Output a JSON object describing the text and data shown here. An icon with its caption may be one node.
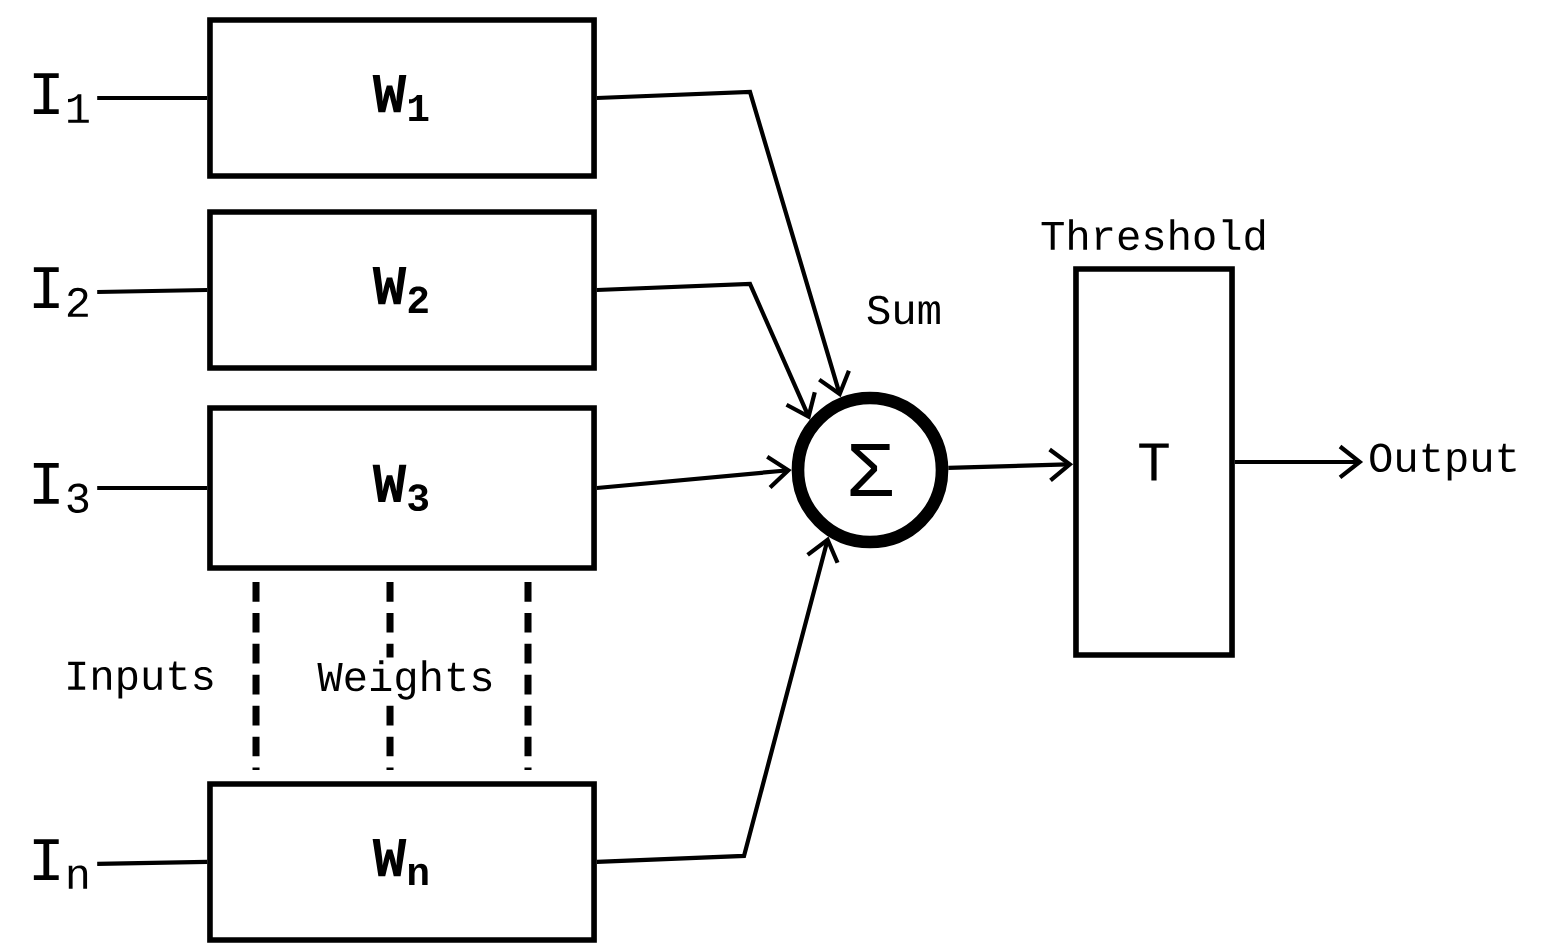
{
  "diagram": {
    "nodes": [
      {
        "text": [
          "I$_{1}$"
        ]
      },
      {
        "text": [
          "W$_{1}$"
        ]
      },
      {
        "text": [
          "I$_{2}$"
        ]
      },
      {
        "text": [
          "W$_{2}$"
        ]
      },
      {
        "text": [
          "I$_{3}$"
        ]
      },
      {
        "text": [
          "W$_{3}$"
        ]
      },
      {
        "text": [
          "I$_{n}$"
        ]
      },
      {
        "text": [
          "W$_{n}$"
        ]
      },
      {
        "text": [
          "Σ"
        ],
        "beside": [
          "Sum"
        ]
      },
      {
        "text": [
          "Threshold",
          "T"
        ]
      },
      {
        "text": [
          "Output"
        ]
      }
    ],
    "edges": [
      {
        "from": 0,
        "to": 1,
        "arrow": "none"
      },
      {
        "from": 2,
        "to": 3,
        "arrow": "none"
      },
      {
        "from": 4,
        "to": 5,
        "arrow": "none"
      },
      {
        "from": 6,
        "to": 7,
        "arrow": "none"
      },
      {
        "from": 1,
        "to": 8,
        "arrow": "to"
      },
      {
        "from": 3,
        "to": 8,
        "arrow": "to"
      },
      {
        "from": 5,
        "to": 8,
        "arrow": "to"
      },
      {
        "from": 7,
        "to": 8,
        "arrow": "to"
      },
      {
        "from": 8,
        "to": 9,
        "arrow": "to"
      },
      {
        "from": 9,
        "to": 10,
        "arrow": "to"
      },
      {
        "from": 5,
        "to": 7,
        "arrow": "none",
        "style": "dashed"
      },
      {
        "from": 5,
        "to": 7,
        "arrow": "none",
        "style": "dashed"
      },
      {
        "from": 5,
        "to": 7,
        "arrow": "none",
        "style": "dashed"
      }
    ],
    "labels": [
      "Inputs",
      "Weights"
    ]
  }
}
